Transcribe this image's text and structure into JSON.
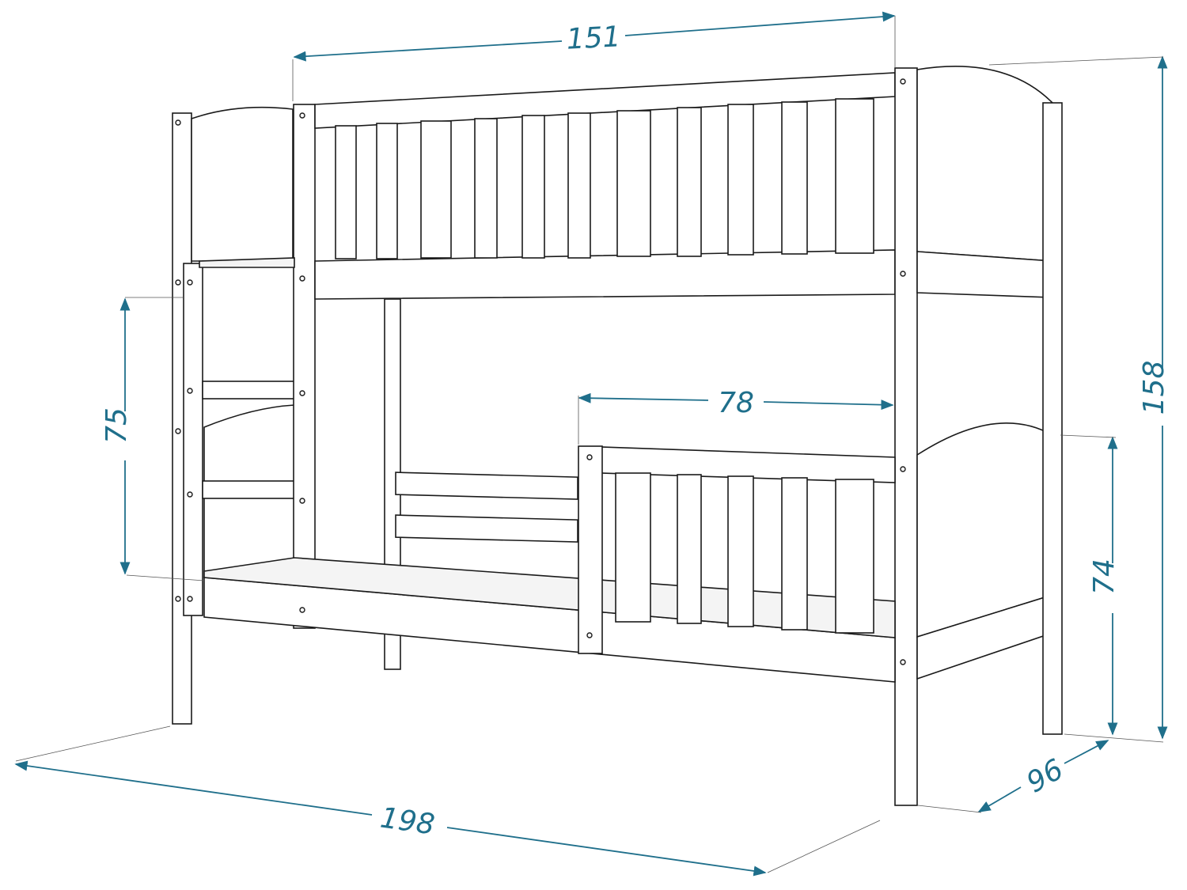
{
  "dimensions": {
    "top_width": "151",
    "total_height": "158",
    "lower_clearance": "75",
    "guard_length": "78",
    "lower_height": "74",
    "depth": "96",
    "length": "198"
  },
  "colors": {
    "dimension": "#1f6f8b",
    "outline": "#1a1a1a",
    "background": "#ffffff"
  }
}
